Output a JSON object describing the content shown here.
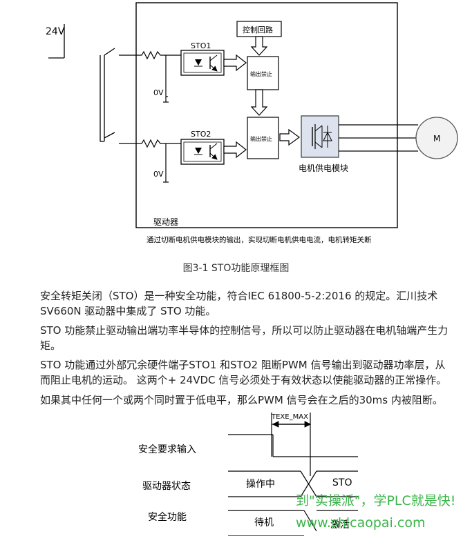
{
  "diagram": {
    "supply_label": "24V",
    "sto1_label": "STO1",
    "sto2_label": "STO2",
    "zero_v_1": "0V",
    "zero_v_2": "0V",
    "control_circuit_label": "控制回路",
    "output_inhibit_1": "输出禁止",
    "output_inhibit_2": "输出禁止",
    "power_module_label": "电机供电模块",
    "motor_label": "M",
    "drive_label": "驱动器",
    "note": "通过切断电机供电模块的输出，实现切断电机供电电流，电机转矩关断"
  },
  "figure_caption": "图3-1 STO功能原理框图",
  "paragraphs": [
    "安全转矩关闭（STO）是一种安全功能，符合IEC 61800-5-2:2016 的规定。汇川技术SV660N 驱动器中集成了 STO 功能。",
    "STO 功能禁止驱动输出端功率半导体的控制信号，所以可以防止驱动器在电机轴端产生力矩。",
    "STO 功能通过外部冗余硬件端子STO1 和STO2 阻断PWM 信号输出到驱动器功率层，从而阻止电机的运动。 这两个+ 24VDC 信号必须处于有效状态以使能驱动器的正常操作。",
    "如果其中任何一个或两个同时置于低电平，那么PWM 信号会在之后的30ms 内被阻断。"
  ],
  "timing": {
    "delay_label": "TEXE_MAX",
    "row_safety_request": "安全要求输入",
    "row_drive_state": "驱动器状态",
    "row_safety_function": "安全功能",
    "state_running": "操作中",
    "state_sto": "STO",
    "state_standby": "待机",
    "state_active": "激活"
  },
  "watermark": {
    "line1": "到\"实操派\"，学PLC就是快!",
    "line2": "www.shicaopai.com"
  }
}
